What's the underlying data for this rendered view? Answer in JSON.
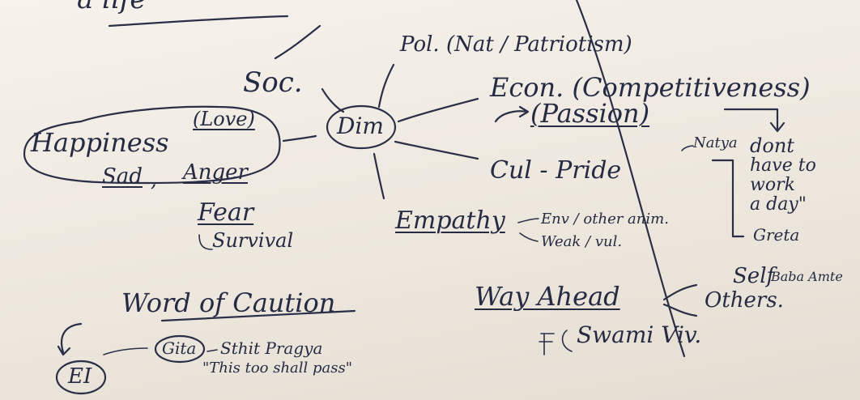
{
  "notes": {
    "top_fragment": "a life",
    "social": "Soc.",
    "political": "Pol. (Nat / Patriotism)",
    "economic": "Econ. (Competitiveness)",
    "passion": "(Passion)",
    "center": "Dim",
    "emotions": {
      "happiness": "Happiness",
      "love": "(Love)",
      "sad": "Sad",
      "anger": "Anger",
      "fear": "Fear",
      "survival": "Survival"
    },
    "culture": "Cul - Pride",
    "natya": "Natya",
    "quote": "\" dont have to work a day \"",
    "quote_lines": [
      "dont",
      "have to",
      "work",
      "a day\""
    ],
    "greta": "Greta",
    "baba_amte": "Baba Amte",
    "empathy": "Empathy",
    "empathy_detail_1": "Env / other anim.",
    "empathy_detail_2": "Weak / vul.",
    "way_ahead": "Way Ahead",
    "self": "Self",
    "others": "Others.",
    "swami": "Swami Viv.",
    "caution": "Word of Caution",
    "gita": "Gita",
    "sthit_pragya": "Sthit Pragya",
    "this_too": "\"This too shall pass\"",
    "ei": "EI"
  }
}
